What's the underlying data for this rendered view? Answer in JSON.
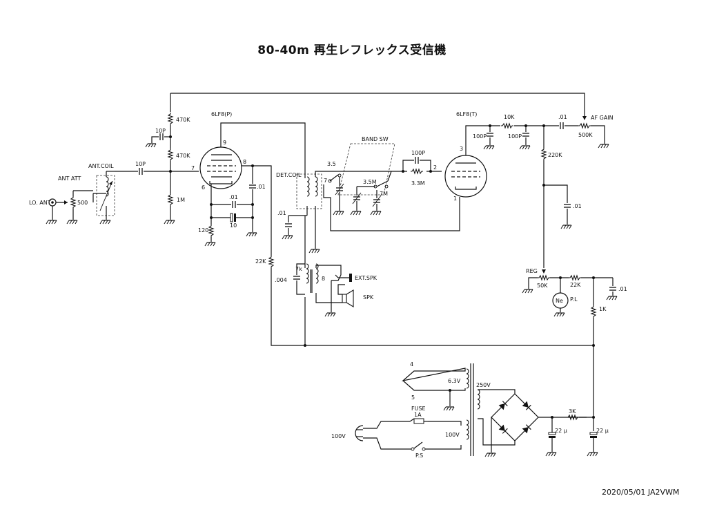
{
  "title": "80-40m  再生レフレックス受信機",
  "footer": "2020/05/01 JA2VWM",
  "colors": {
    "ink": "#111111",
    "background": "#ffffff"
  },
  "labels": {
    "tube_v1": "6LF8(P)",
    "tube_v2": "6LF8(T)",
    "pin9": "9",
    "pin7": "7",
    "pin8": "8",
    "pin6": "6",
    "pin3": "3",
    "pin2": "2",
    "pin1": "1",
    "r470k_top": "470K",
    "c10p_top": "10P",
    "r470k_mid": "470K",
    "r1m": "1M",
    "c10p_in": "10P",
    "ant_coil": "ANT.COIL",
    "ant_att": "ANT ATT",
    "lo_ant": "LO. ANT",
    "r500": "500",
    "c01_v1": ".01",
    "c01_cath": ".01",
    "c10_cath": "10",
    "r120": "120",
    "r22k_v1": "22K",
    "det_coil": "DET.COIL",
    "det_pin7": "7",
    "c01_det": ".01",
    "band_sw": "BAND SW",
    "sw_35a": "3.5",
    "sw_35m": "3.5M",
    "sw_7m": "7M",
    "c100p_grid": "100P",
    "r33m": "3.3M",
    "c100p_a": "100P",
    "r10k": "10K",
    "c100p_b": "100P",
    "c01_af": ".01",
    "af_gain": "AF GAIN",
    "r500k": "500K",
    "r220k": "220K",
    "c01_v2": ".01",
    "reg": "REG",
    "r50k": "50K",
    "r22k_pl": "22K",
    "c01_pl": ".01",
    "neon": "Ne",
    "pl": "P.L",
    "r1k": "1K",
    "out_7k": "7k",
    "out_8": "8",
    "c004": ".004",
    "ext_spk": "EXT.SPK",
    "spk": "SPK",
    "tr4": "4",
    "tr5": "5",
    "v63": "6.3V",
    "v250": "250V",
    "v100_sec": "100V",
    "v100_plug": "100V",
    "fuse": "FUSE",
    "fuse_1a": "1A",
    "ps": "P.S",
    "r3k": "3K",
    "c22u_a": "22 μ",
    "c22u_b": "22 μ"
  }
}
